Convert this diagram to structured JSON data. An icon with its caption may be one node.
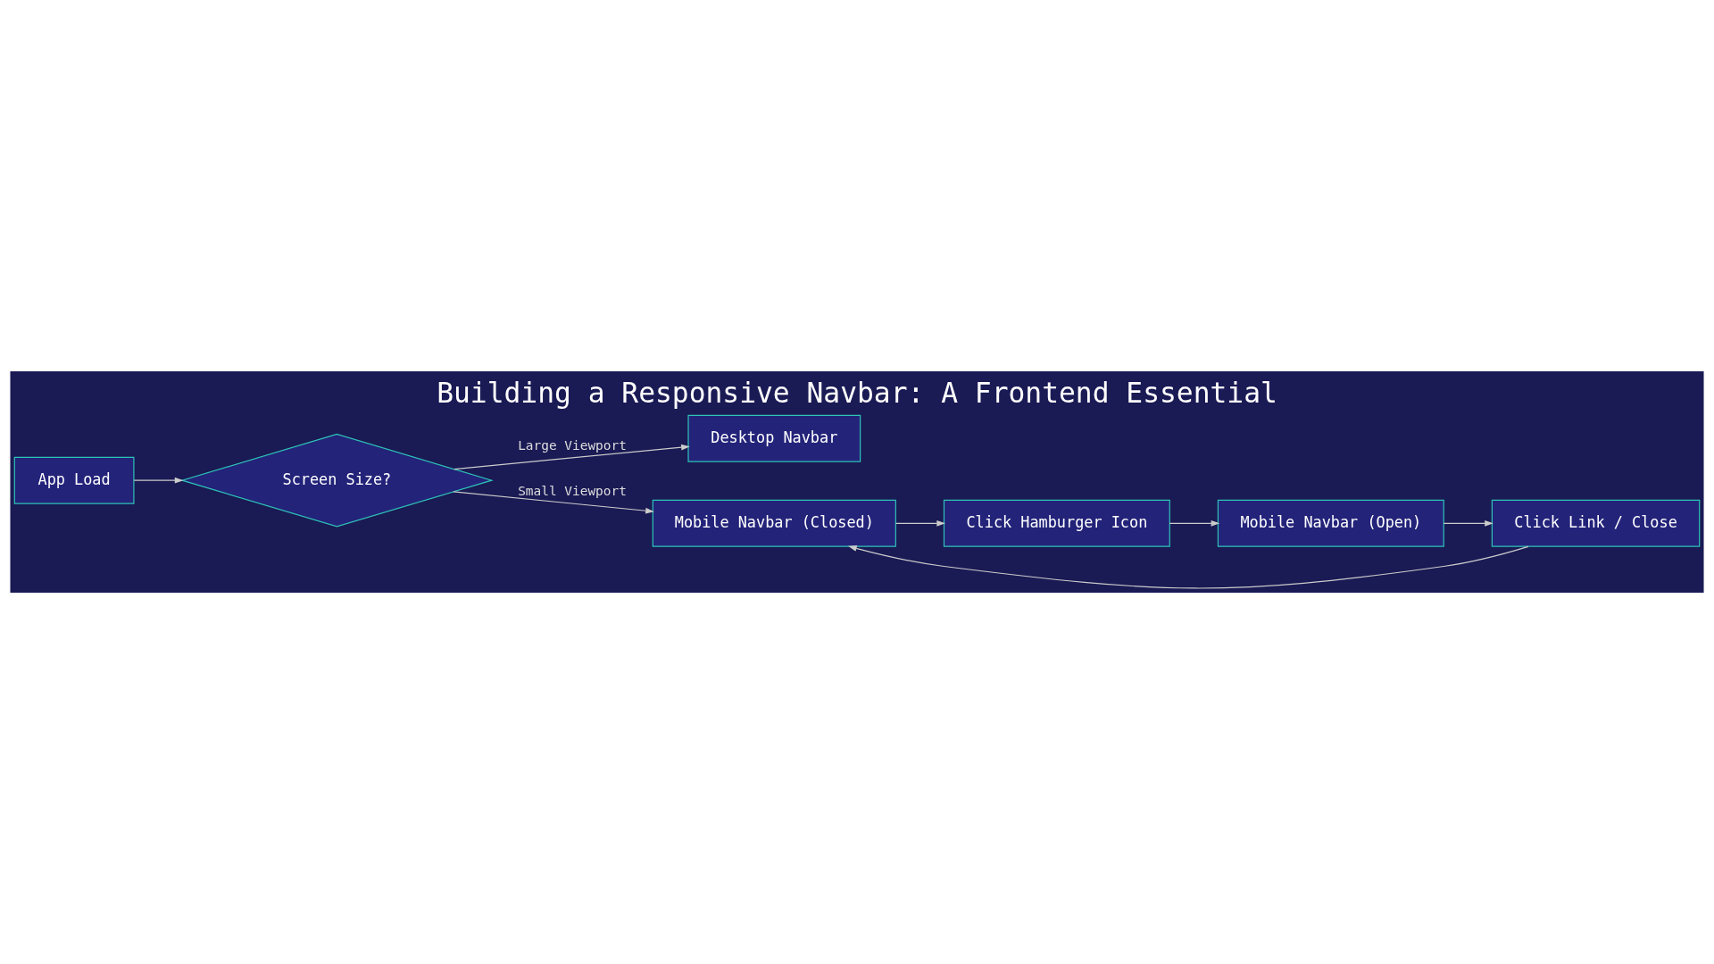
{
  "diagram": {
    "title": "Building a Responsive Navbar: A Frontend Essential",
    "nodes": [
      {
        "text": [
          "App Load"
        ]
      },
      {
        "text": [
          "Screen Size?"
        ]
      },
      {
        "text": [
          "Desktop Navbar"
        ]
      },
      {
        "text": [
          "Mobile Navbar (Closed)"
        ]
      },
      {
        "text": [
          "Click Hamburger Icon"
        ]
      },
      {
        "text": [
          "Mobile Navbar (Open)"
        ]
      },
      {
        "text": [
          "Click Link / Close"
        ]
      }
    ],
    "edges": [
      {
        "from": 0,
        "to": 1,
        "arrow": "to"
      },
      {
        "from": 1,
        "to": 2,
        "arrow": "to",
        "label": "Large Viewport"
      },
      {
        "from": 1,
        "to": 3,
        "arrow": "to",
        "label": "Small Viewport"
      },
      {
        "from": 3,
        "to": 4,
        "arrow": "to"
      },
      {
        "from": 4,
        "to": 5,
        "arrow": "to"
      },
      {
        "from": 5,
        "to": 6,
        "arrow": "to"
      },
      {
        "from": 6,
        "to": 3,
        "arrow": "to"
      }
    ]
  }
}
